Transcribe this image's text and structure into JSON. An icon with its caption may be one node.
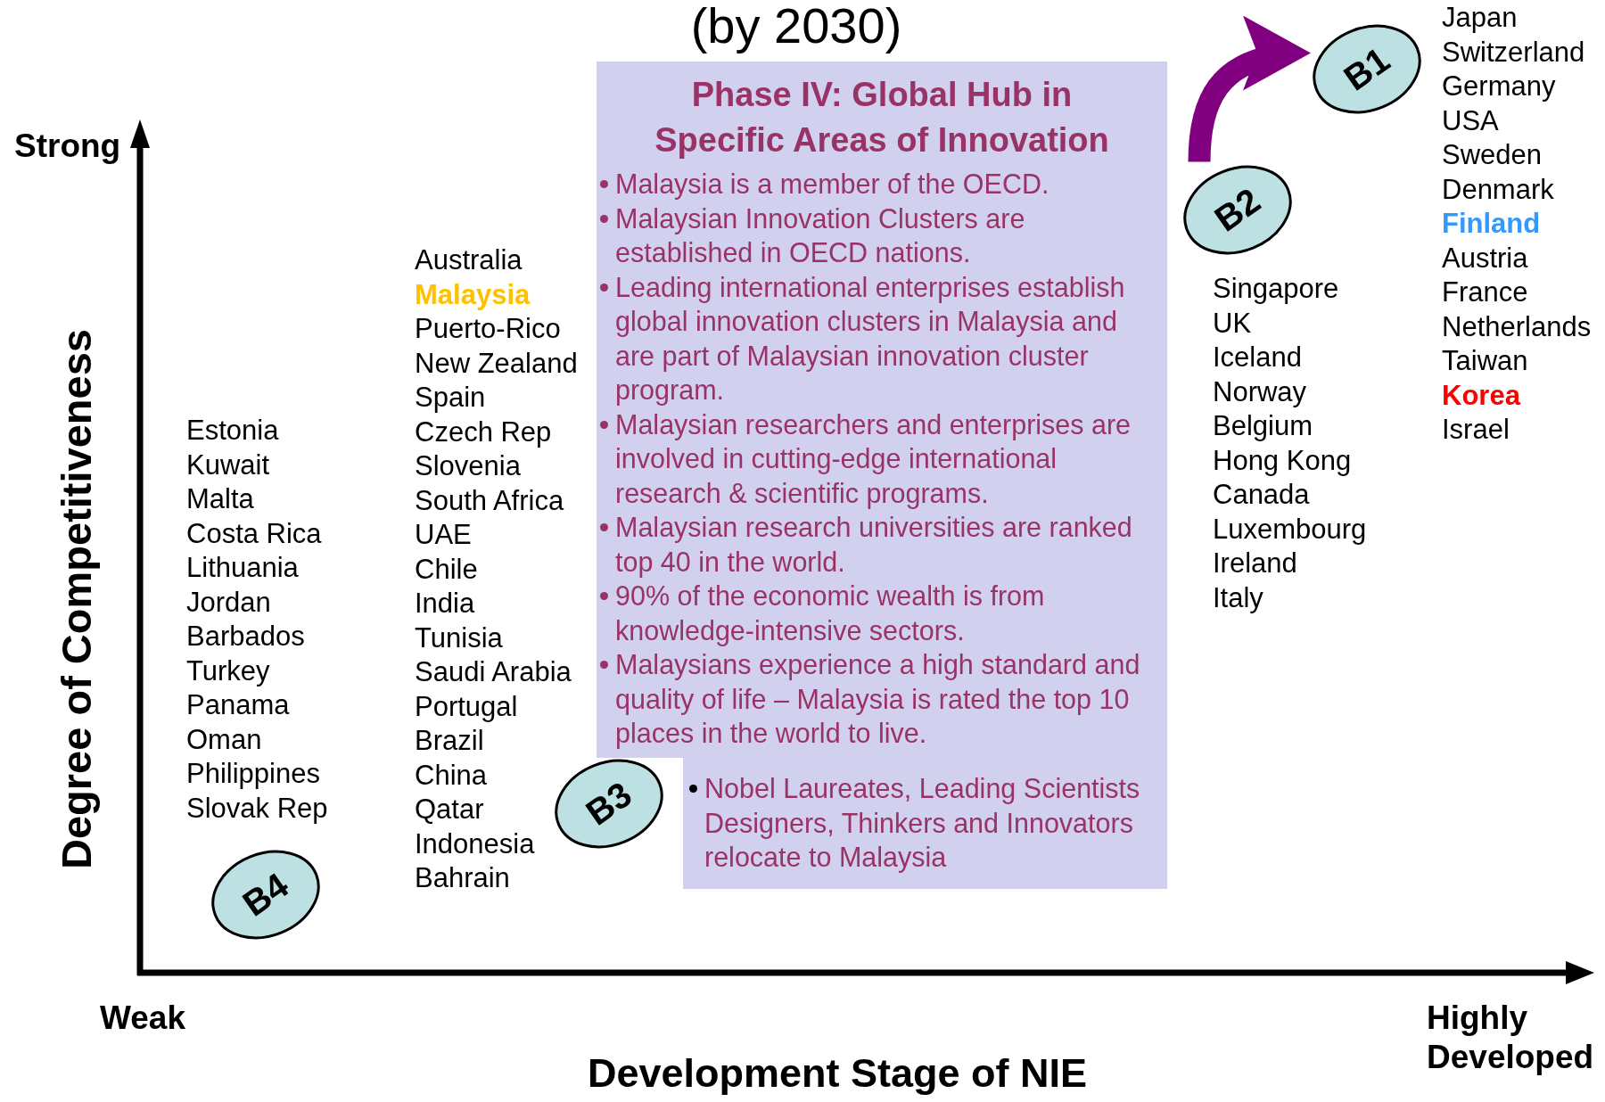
{
  "diagram": {
    "title": "(by 2030)",
    "nodes": [
      {
        "text": [
          "B1"
        ]
      },
      {
        "text": [
          "Phase IV: Global Hub in Specific Areas of Innovation",
          "Malaysia is a member of the OECD.",
          "Malaysian Innovation Clusters are established in OECD nations.",
          "Leading international enterprises establish global innovation clusters in Malaysia and are part of Malaysian innovation cluster program.",
          "Malaysian researchers and enterprises are involved in cutting-edge international research & scientific programs.",
          "Malaysian research universities are ranked top 40 in the world.",
          "90% of the economic wealth is from knowledge-intensive sectors.",
          "Malaysians experience a high standard and quality of life – Malaysia is rated the top 10 places in the world to live.",
          "Nobel Laureates, Leading Scientists Designers, Thinkers and Innovators relocate to Malaysia"
        ]
      },
      {
        "text": [
          "B2"
        ]
      },
      {
        "text": [
          "B3"
        ]
      },
      {
        "text": [
          "B4"
        ]
      }
    ],
    "edges": [
      {
        "from": 2,
        "to": 0,
        "arrow": "to"
      }
    ],
    "labels": [
      "Strong",
      "Degree of Competitiveness",
      "Japan",
      "Switzerland",
      "Germany",
      "USA",
      "Sweden",
      "Denmark",
      "Finland",
      "Austria",
      "France",
      "Netherlands",
      "Taiwan",
      "Korea",
      "Israel",
      "Australia",
      "Malaysia",
      "Puerto-Rico",
      "New Zealand",
      "Spain",
      "Czech Rep",
      "Slovenia",
      "South Africa",
      "UAE",
      "Chile",
      "India",
      "Tunisia",
      "Saudi Arabia",
      "Portugal",
      "Brazil",
      "China",
      "Qatar",
      "Indonesia",
      "Bahrain",
      "Singapore",
      "UK",
      "Iceland",
      "Norway",
      "Belgium",
      "Hong Kong",
      "Canada",
      "Luxembourg",
      "Ireland",
      "Italy",
      "Estonia",
      "Kuwait",
      "Malta",
      "Costa Rica",
      "Lithuania",
      "Jordan",
      "Barbados",
      "Turkey",
      "Panama",
      "Oman",
      "Philippines",
      "Slovak Rep",
      "Weak",
      "Highly Developed",
      "Development Stage of NIE"
    ]
  }
}
